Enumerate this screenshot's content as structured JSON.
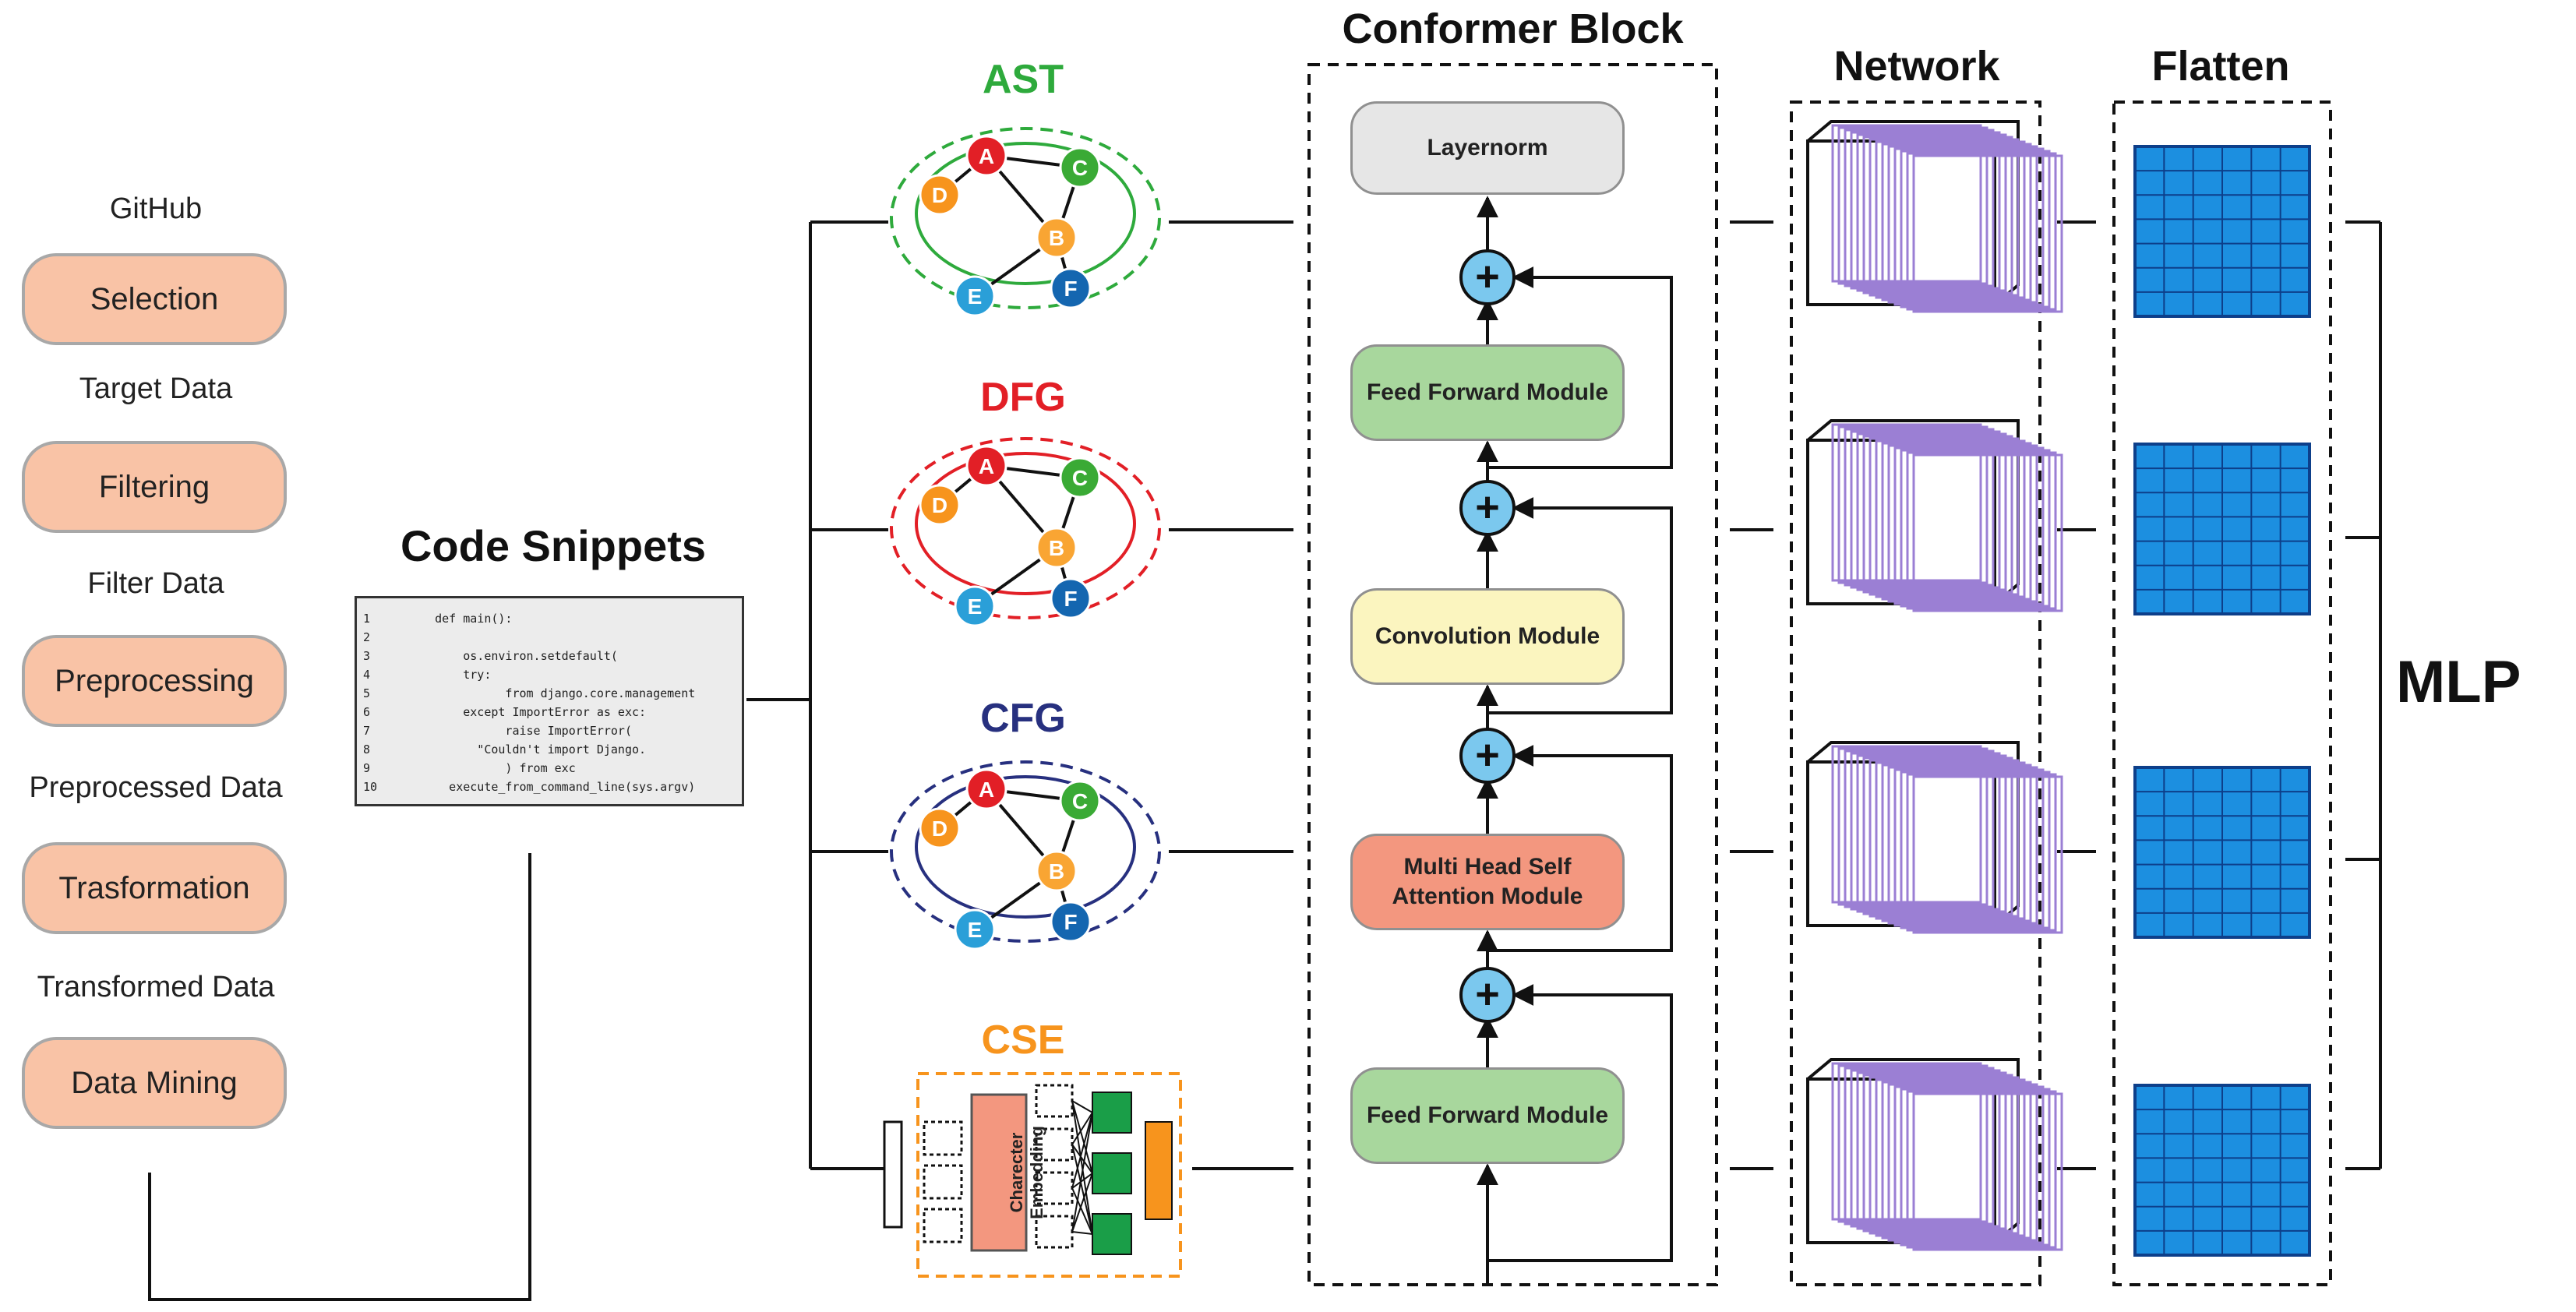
{
  "pipeline": {
    "labels": [
      "GitHub",
      "Target Data",
      "Filter Data",
      "Preprocessed Data",
      "Transformed Data"
    ],
    "steps": [
      "Selection",
      "Filtering",
      "Preprocessing",
      "Trasformation",
      "Data Mining"
    ]
  },
  "code": {
    "title": "Code Snippets",
    "lines": [
      {
        "n": "1",
        "text": "    def main():"
      },
      {
        "n": "2",
        "text": ""
      },
      {
        "n": "3",
        "text": "        os.environ.setdefault("
      },
      {
        "n": "4",
        "text": "        try:"
      },
      {
        "n": "5",
        "text": "              from django.core.management"
      },
      {
        "n": "6",
        "text": "        except ImportError as exc:"
      },
      {
        "n": "7",
        "text": "              raise ImportError("
      },
      {
        "n": "8",
        "text": "          \"Couldn't import Django."
      },
      {
        "n": "9",
        "text": "              ) from exc"
      },
      {
        "n": "10",
        "text": "      execute_from_command_line(sys.argv)"
      }
    ]
  },
  "graphs": [
    {
      "title": "AST",
      "color": "#2eaa3c"
    },
    {
      "title": "DFG",
      "color": "#e21f26"
    },
    {
      "title": "CFG",
      "color": "#27307f"
    },
    {
      "title": "CSE",
      "color": "#f7941d"
    }
  ],
  "graph_nodes": [
    "A",
    "B",
    "C",
    "D",
    "E",
    "F"
  ],
  "cse_label": "Charecter Embedding",
  "conformer": {
    "title": "Conformer Block",
    "modules": [
      {
        "label": "Layernorm",
        "color": "#e6e6e6"
      },
      {
        "label": "Feed Forward Module",
        "color": "#a8d79d"
      },
      {
        "label": "Convolution Module",
        "color": "#fbf5bf"
      },
      {
        "label": "Multi Head Self Attention Module",
        "color": "#f3977f"
      },
      {
        "label": "Feed Forward Module",
        "color": "#a8d79d"
      }
    ],
    "plus_symbol": "+"
  },
  "network_title": "Network",
  "flatten_title": "Flatten",
  "mlp_label": "MLP"
}
